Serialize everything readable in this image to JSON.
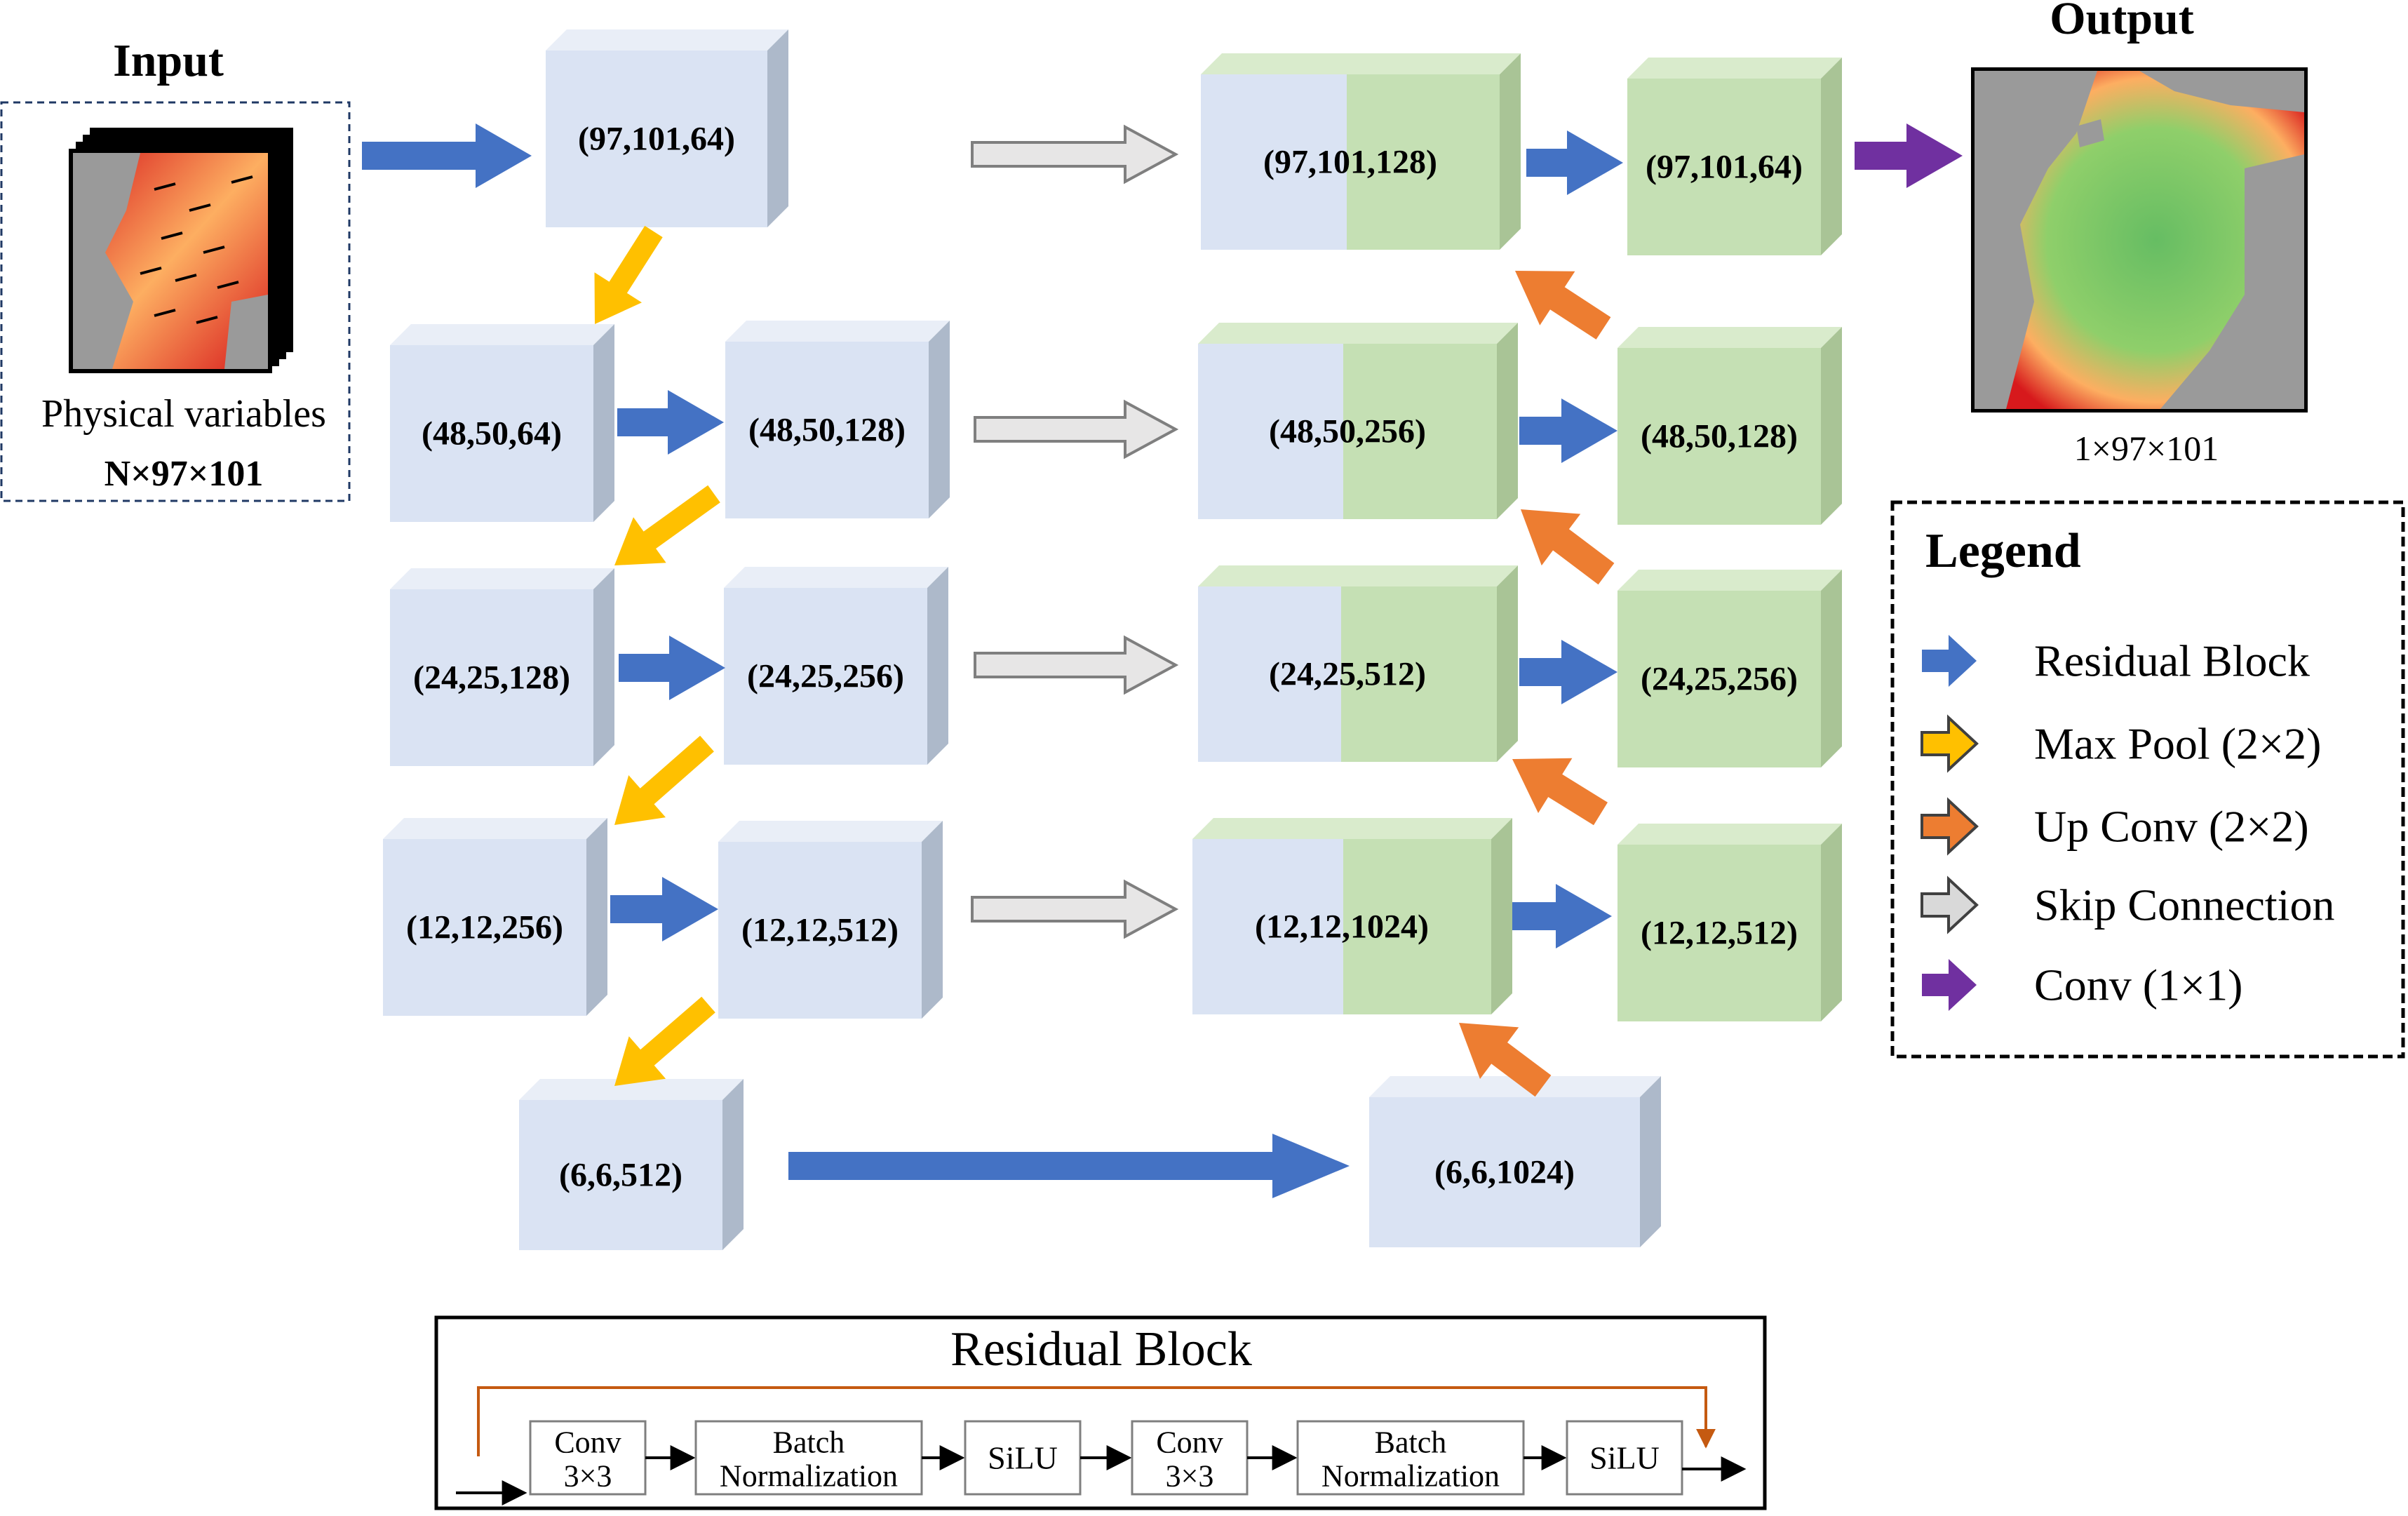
{
  "input": {
    "title": "Input",
    "caption": "Physical variables",
    "shape": "N×97×101"
  },
  "output": {
    "title": "Output",
    "shape": "1×97×101"
  },
  "encoder": {
    "e1a": "(97,101,64)",
    "e2a": "(48,50,64)",
    "e2b": "(48,50,128)",
    "e3a": "(24,25,128)",
    "e3b": "(24,25,256)",
    "e4a": "(12,12,256)",
    "e4b": "(12,12,512)",
    "bottleneck_in": "(6,6,512)"
  },
  "decoder": {
    "bottleneck_out": "(6,6,1024)",
    "d1cat": "(97,101,128)",
    "d1out": "(97,101,64)",
    "d2cat": "(48,50,256)",
    "d2out": "(48,50,128)",
    "d3cat": "(24,25,512)",
    "d3out": "(24,25,256)",
    "d4cat": "(12,12,1024)",
    "d4out": "(12,12,512)"
  },
  "legend": {
    "title": "Legend",
    "items": [
      {
        "label": "Residual Block",
        "color": "#4472C4",
        "icon": "blue-arrow-icon"
      },
      {
        "label": "Max Pool (2×2)",
        "color": "#FFC000",
        "icon": "yellow-arrow-icon"
      },
      {
        "label": "Up Conv (2×2)",
        "color": "#ED7D31",
        "icon": "orange-arrow-icon"
      },
      {
        "label": "Skip Connection",
        "color": "#D9D9D9",
        "icon": "gray-arrow-icon"
      },
      {
        "label": "Conv (1×1)",
        "color": "#7030A0",
        "icon": "purple-arrow-icon"
      }
    ]
  },
  "residual_block": {
    "title": "Residual Block",
    "steps": [
      {
        "line1": "Conv",
        "line2": "3×3"
      },
      {
        "line1": "Batch",
        "line2": "Normalization"
      },
      {
        "line1": "SiLU",
        "line2": ""
      },
      {
        "line1": "Conv",
        "line2": "3×3"
      },
      {
        "line1": "Batch",
        "line2": "Normalization"
      },
      {
        "line1": "SiLU",
        "line2": ""
      }
    ]
  },
  "colors": {
    "block_front": "#DAE3F3",
    "block_side": "#ADB9CA",
    "block_top": "#E9EEF7",
    "green_front": "#C5E0B4",
    "green_side": "#A9C496",
    "green_top": "#D9EBCC",
    "residual_arrow": "#4472C4",
    "maxpool_arrow": "#FFC000",
    "upconv_arrow": "#ED7D31",
    "skip_arrow_fill": "#E7E6E6",
    "conv1x1_arrow": "#7030A0"
  }
}
